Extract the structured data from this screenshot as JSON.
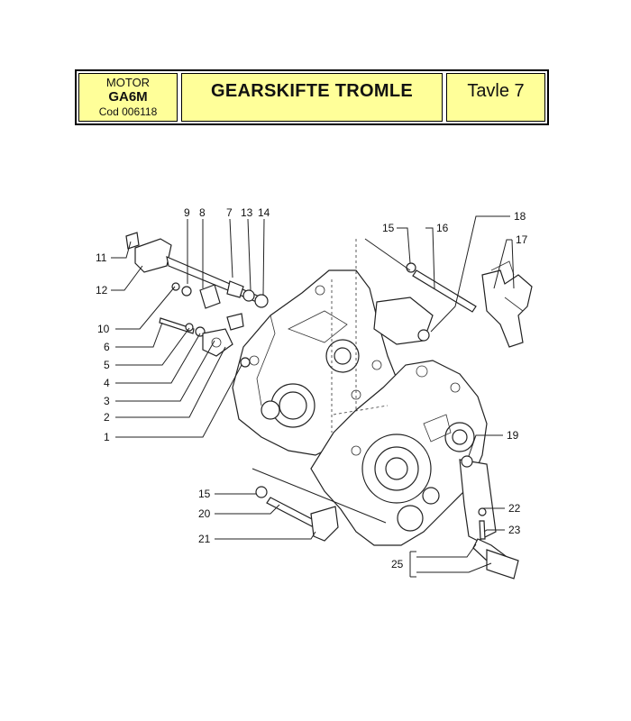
{
  "header": {
    "motor_label": "MOTOR",
    "model": "GA6M",
    "code": "Cod 006118",
    "title": "GEARSKIFTE TROMLE",
    "plate": "Tavle 7"
  },
  "callouts": [
    "9",
    "8",
    "7",
    "13",
    "14",
    "15",
    "16",
    "18",
    "17",
    "11",
    "12",
    "10",
    "6",
    "5",
    "4",
    "3",
    "2",
    "1",
    "19",
    "15",
    "20",
    "21",
    "22",
    "23",
    "25"
  ]
}
